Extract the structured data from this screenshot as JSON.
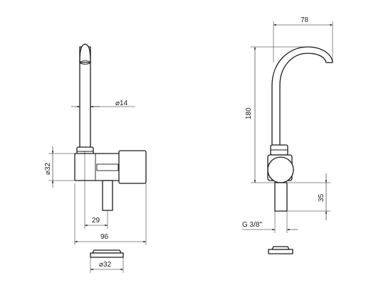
{
  "dimensions": {
    "spout_diameter": "⌀14",
    "body_diameter": "⌀32",
    "outlet_offset": "29",
    "total_width": "96",
    "base_diameter": "⌀32",
    "spout_reach": "78",
    "total_height": "180",
    "shank_length": "35",
    "thread": "G 3/8\""
  },
  "colors": {
    "line": "#1a1a1a",
    "background": "#ffffff"
  }
}
